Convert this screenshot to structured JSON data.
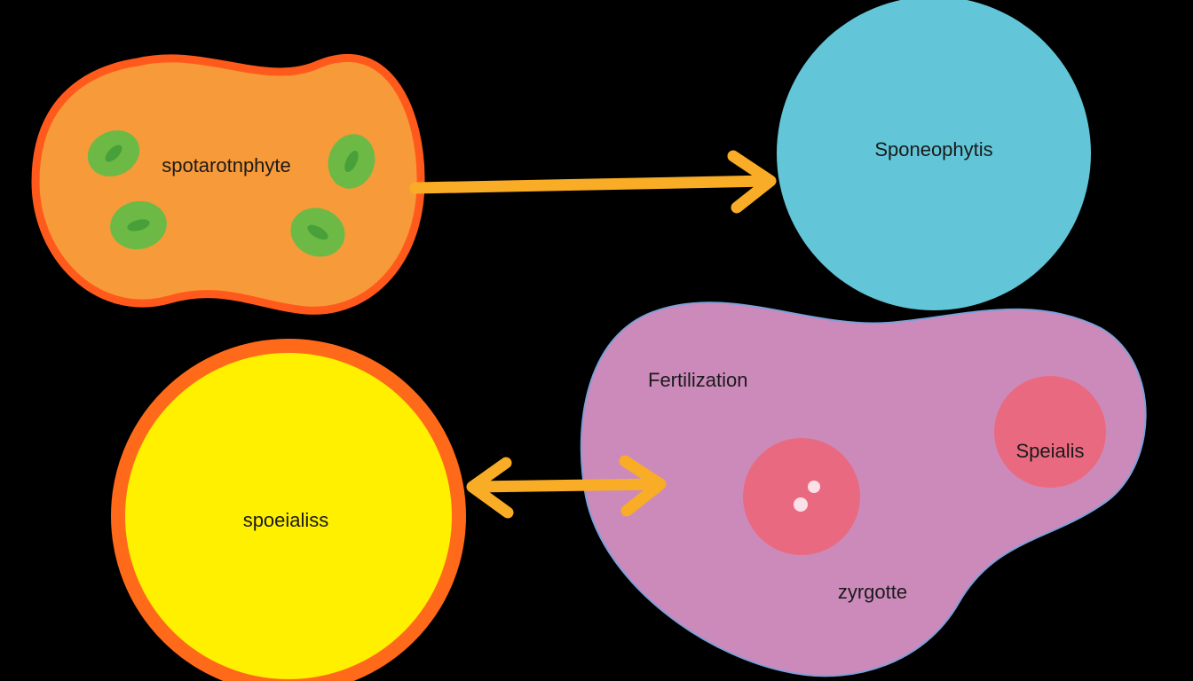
{
  "nodes": {
    "sporophyte": {
      "label": "spotarotnphyte",
      "fill": "#f79a3a",
      "stroke": "#ff5a1c",
      "cell_fill": "#6cba45",
      "cell_nucleus": "#48a03a"
    },
    "sponeophytis": {
      "label": "Sponeophytis",
      "fill": "#62c6d8"
    },
    "spoeialiss": {
      "label": "spoeialiss",
      "fill": "#fff000",
      "stroke": "#ff6a1a"
    },
    "fertilization_region": {
      "label": "Fertilization",
      "fill": "#cc8abb",
      "stroke": "#7f9fd8"
    },
    "speialis": {
      "label": "Speialis",
      "fill": "#e96a80"
    },
    "zygote": {
      "label": "zyrgotte",
      "fill": "#e96a80",
      "highlight": "#fbe0e8"
    }
  },
  "arrows": {
    "color": "#f9ac25"
  }
}
